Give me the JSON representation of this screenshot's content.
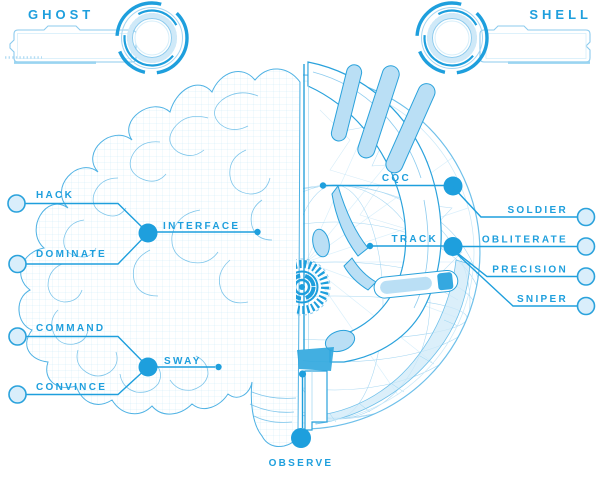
{
  "titles": {
    "ghost": "GHOST",
    "shell": "SHELL"
  },
  "palette": {
    "primary": "#1e9fdd",
    "stroke_mid": "#2aa2dc",
    "light": "#9ad4f1",
    "pale": "#cfe9f8",
    "terminal_fill": "#d9eefb"
  },
  "illustration": {
    "left_half": "wireframe-brain",
    "right_half": "robotic-shell-head",
    "center_joint": "iris-gear",
    "bottom": "spine-column"
  },
  "callouts": {
    "hack": {
      "label": "HACK"
    },
    "dominate": {
      "label": "DOMINATE"
    },
    "interface": {
      "label": "INTERFACE"
    },
    "command": {
      "label": "COMMAND"
    },
    "convince": {
      "label": "CONVINCE"
    },
    "sway": {
      "label": "SWAY"
    },
    "observe": {
      "label": "OBSERVE"
    },
    "cqc": {
      "label": "CQC"
    },
    "track": {
      "label": "TRACK"
    },
    "soldier": {
      "label": "SOLDIER"
    },
    "obliterate": {
      "label": "OBLITERATE"
    },
    "precision": {
      "label": "PRECISION"
    },
    "sniper": {
      "label": "SNIPER"
    }
  },
  "connections": [
    {
      "from": "HACK",
      "to": "INTERFACE"
    },
    {
      "from": "DOMINATE",
      "to": "INTERFACE"
    },
    {
      "from": "INTERFACE",
      "to": "brain"
    },
    {
      "from": "COMMAND",
      "to": "SWAY"
    },
    {
      "from": "CONVINCE",
      "to": "SWAY"
    },
    {
      "from": "SWAY",
      "to": "brain"
    },
    {
      "from": "OBSERVE",
      "to": "brain-stem"
    },
    {
      "from": "CQC",
      "to": "shell"
    },
    {
      "from": "CQC",
      "to": "SOLDIER"
    },
    {
      "from": "TRACK",
      "to": "shell"
    },
    {
      "from": "TRACK",
      "to": "OBLITERATE"
    },
    {
      "from": "TRACK",
      "to": "PRECISION"
    },
    {
      "from": "TRACK",
      "to": "SNIPER"
    }
  ]
}
